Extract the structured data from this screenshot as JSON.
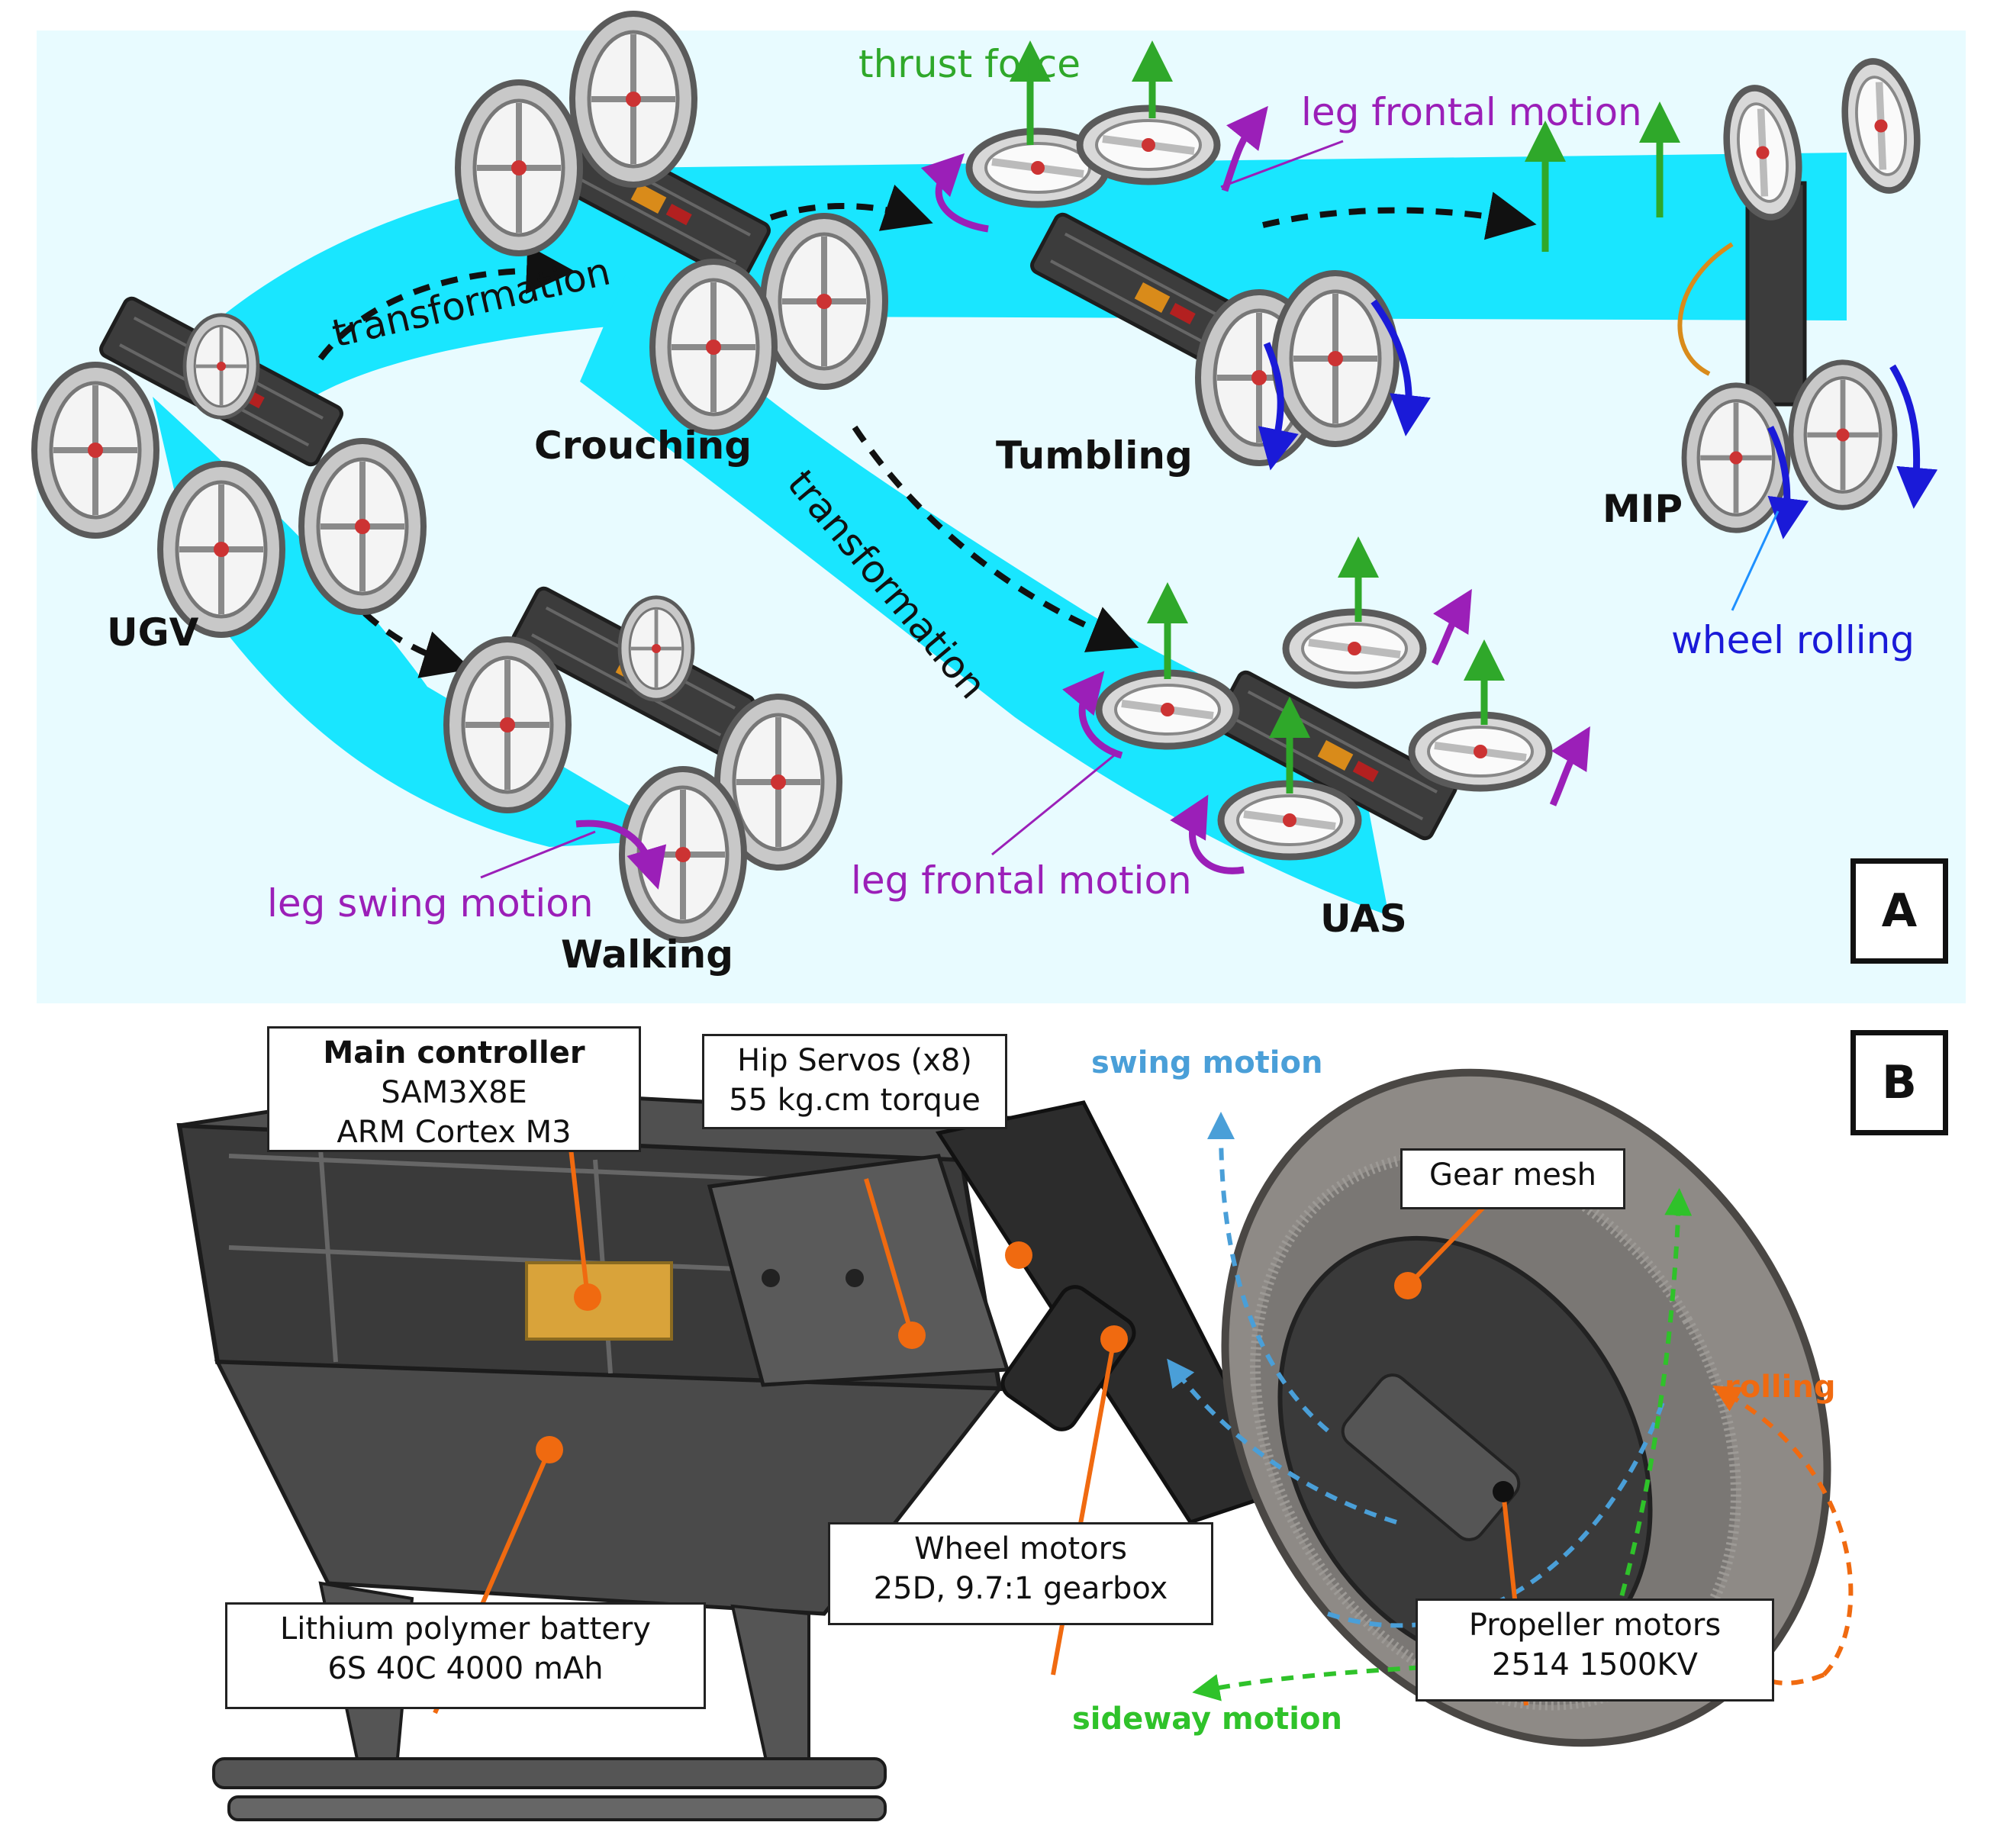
{
  "panel_a": {
    "letter": "A",
    "stages": {
      "ugv": "UGV",
      "crouching": "Crouching",
      "tumbling": "Tumbling",
      "mip": "MIP",
      "walking": "Walking",
      "uas": "UAS"
    },
    "transformation_1": "transformation",
    "transformation_2": "transformation",
    "thrust_force": "thrust force",
    "leg_frontal_motion_top": "leg frontal motion",
    "leg_frontal_motion_bottom": "leg frontal motion",
    "leg_swing_motion": "leg swing motion",
    "wheel_rolling": "wheel rolling"
  },
  "panel_b": {
    "letter": "B",
    "main_controller": {
      "title": "Main controller",
      "line1": "SAM3X8E",
      "line2": "ARM Cortex M3"
    },
    "hip_servos": {
      "line1": "Hip Servos (x8)",
      "line2": "55 kg.cm torque"
    },
    "gear_mesh": "Gear mesh",
    "wheel_motors": {
      "line1": "Wheel motors",
      "line2": "25D, 9.7:1 gearbox"
    },
    "battery": {
      "line1": "Lithium polymer battery",
      "line2": "6S 40C 4000 mAh"
    },
    "propeller_motors": {
      "line1": "Propeller motors",
      "line2": "2514 1500KV"
    },
    "swing_motion": "swing motion",
    "rolling": "rolling",
    "sideway_motion": "sideway motion"
  },
  "colors": {
    "band": "#19e6ff",
    "panel_bg": "#e8fbff",
    "purple": "#9b1fb8",
    "green": "#2fa82a",
    "blue": "#1a1ad8",
    "orange": "#f06a10",
    "swing_blue": "#4a9fd8"
  }
}
